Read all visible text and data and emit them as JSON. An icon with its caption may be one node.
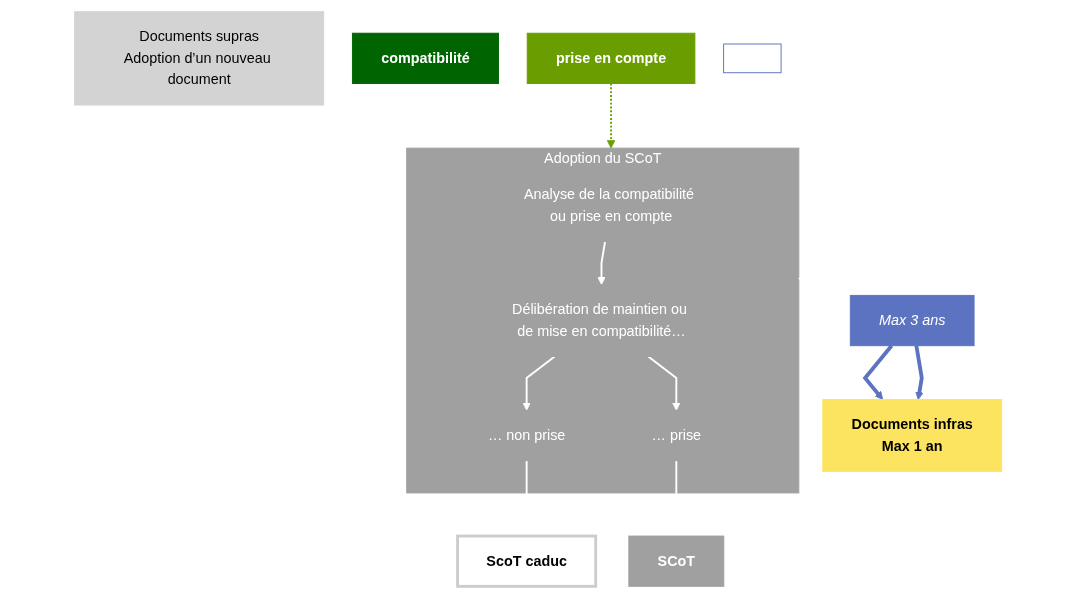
{
  "diagram": {
    "nodes": [
      {
        "text": [
          "Documents supras",
          "Adoption d’un nouveau document"
        ]
      },
      {
        "text": [
          "compatibilité"
        ]
      },
      {
        "text": [
          "prise en compte"
        ]
      },
      {
        "text": [
          "Adoption du SCoT"
        ]
      },
      {
        "text": [
          "Analyse de la compatibilité ou prise en compte"
        ],
        "in": 3
      },
      {
        "text": [
          "Délibération de maintien ou de mise en compatibilité…"
        ],
        "in": 3
      },
      {
        "text": [
          "… non prise"
        ],
        "in": 3
      },
      {
        "text": [
          "… prise"
        ],
        "in": 3
      },
      {
        "text": [
          "ScoT caduc"
        ]
      },
      {
        "text": [],
        "shape": "box"
      },
      {
        "text": [
          "SCoT"
        ]
      },
      {
        "text": [
          "Max 3 ans"
        ]
      },
      {
        "text": [
          "Documents infras",
          "Max 1 an"
        ]
      }
    ],
    "edges": [
      {
        "from": 2,
        "to": 3,
        "arrow": "to",
        "style": "dashed",
        "color": "#6a9e00"
      },
      {
        "from": 3,
        "to": 11,
        "arrow": "to"
      },
      {
        "from": 4,
        "to": 5,
        "arrow": "to"
      },
      {
        "from": 5,
        "to": 6,
        "arrow": "to"
      },
      {
        "from": 5,
        "to": 7,
        "arrow": "to"
      },
      {
        "from": 6,
        "to": 8,
        "arrow": "to"
      },
      {
        "from": 7,
        "to": 10,
        "arrow": "to"
      },
      {
        "from": 11,
        "to": 12,
        "arrow": "to",
        "style": "thick",
        "color": "#5b73c0"
      },
      {
        "from": 11,
        "to": 12,
        "arrow": "to",
        "style": "thick",
        "color": "#5b73c0"
      }
    ]
  }
}
